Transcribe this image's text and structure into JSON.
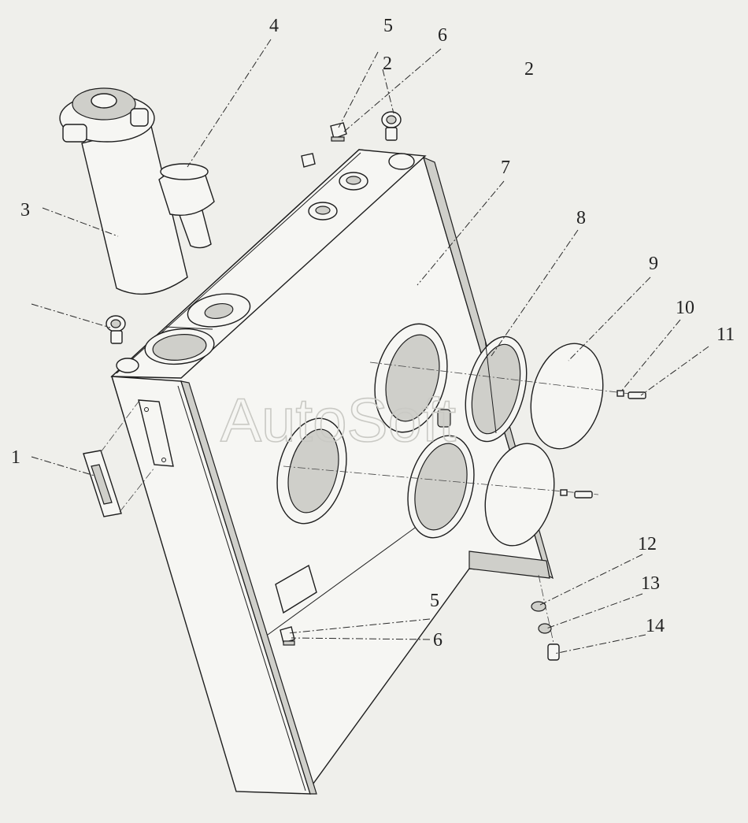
{
  "watermark": "AutoSoft",
  "callouts": [
    {
      "id": "c1",
      "label": "1"
    },
    {
      "id": "c2a",
      "label": "2"
    },
    {
      "id": "c2b",
      "label": "2"
    },
    {
      "id": "c3",
      "label": "3"
    },
    {
      "id": "c4",
      "label": "4"
    },
    {
      "id": "c5a",
      "label": "5"
    },
    {
      "id": "c5b",
      "label": "5"
    },
    {
      "id": "c6a",
      "label": "6"
    },
    {
      "id": "c6b",
      "label": "6"
    },
    {
      "id": "c7",
      "label": "7"
    },
    {
      "id": "c8",
      "label": "8"
    },
    {
      "id": "c9",
      "label": "9"
    },
    {
      "id": "c10",
      "label": "10"
    },
    {
      "id": "c11",
      "label": "11"
    },
    {
      "id": "c12",
      "label": "12"
    },
    {
      "id": "c13",
      "label": "13"
    },
    {
      "id": "c14",
      "label": "14"
    }
  ]
}
